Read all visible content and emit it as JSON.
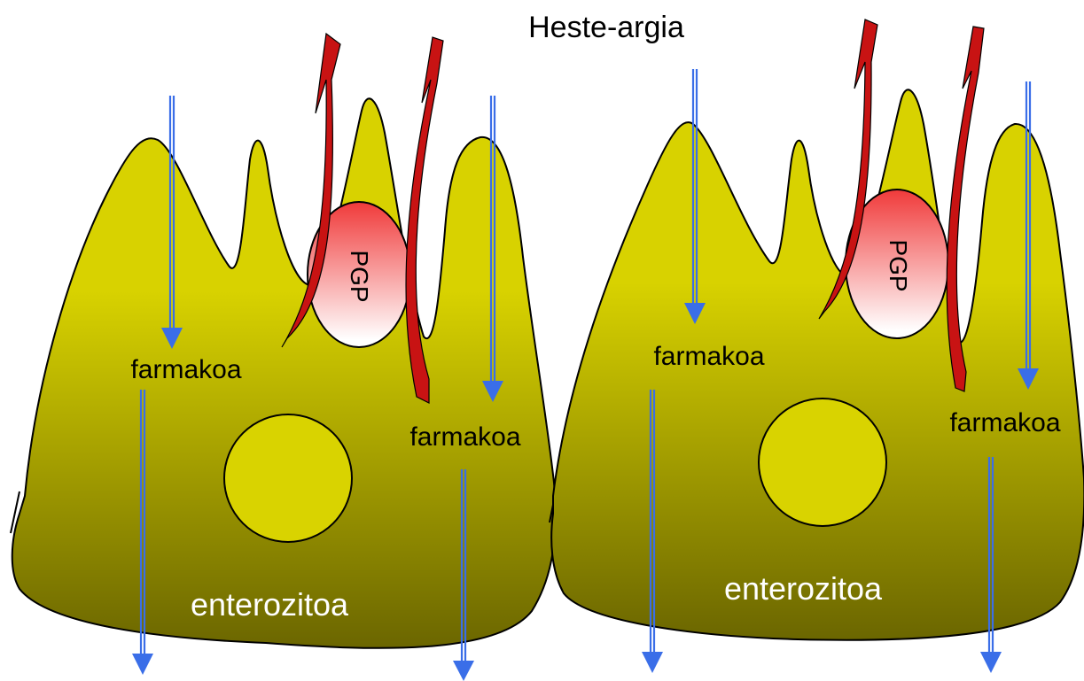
{
  "title": "Heste-argia",
  "colors": {
    "cell_top": "#d8d200",
    "cell_bottom": "#6b6600",
    "nucleus": "#d9d300",
    "pgp_top": "#f03a3a",
    "pgp_bottom": "#ffffff",
    "efflux_arrow": "#cc1111",
    "drug_arrow": "#3a6ee8",
    "outline": "#000000"
  },
  "cells": [
    {
      "drug_labels": [
        "farmakoa",
        "farmakoa"
      ],
      "pgp_label": "PGP",
      "cell_label": "enterozitoa",
      "nucleus": "nucleus",
      "icons": [
        "efflux-arrow",
        "efflux-arrow",
        "drug-arrow",
        "drug-arrow",
        "drug-arrow",
        "drug-arrow"
      ]
    },
    {
      "drug_labels": [
        "farmakoa",
        "farmakoa"
      ],
      "pgp_label": "PGP",
      "cell_label": "enterozitoa",
      "nucleus": "nucleus",
      "icons": [
        "efflux-arrow",
        "efflux-arrow",
        "drug-arrow",
        "drug-arrow",
        "drug-arrow",
        "drug-arrow"
      ]
    }
  ]
}
